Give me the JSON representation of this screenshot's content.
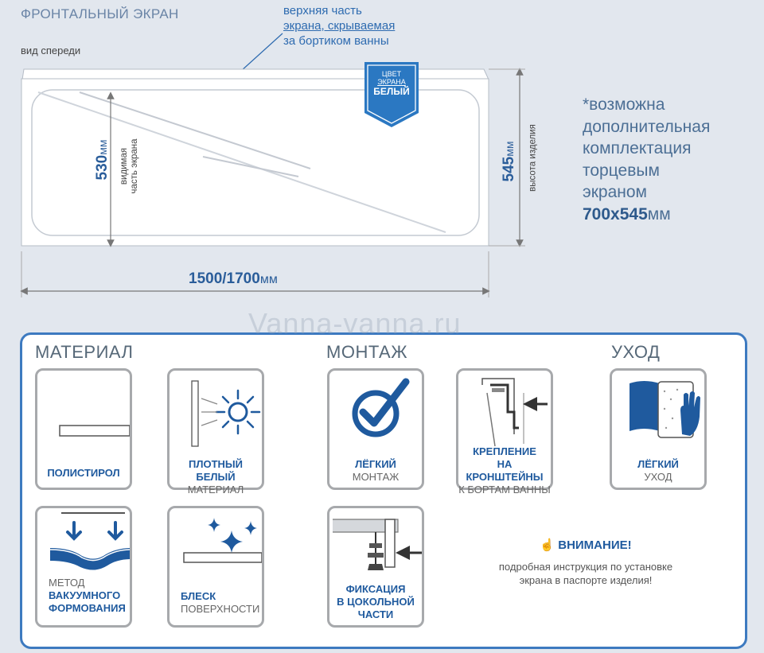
{
  "header": {
    "title": "ФРОНТАЛЬНЫЙ ЭКРАН",
    "view": "вид спереди",
    "top_note_lines": [
      "верхняя часть",
      "экрана, скрываемая",
      "за бортиком ванны"
    ]
  },
  "color_tag": {
    "line1": "ЦВЕТ",
    "line2": "ЭКРАНА",
    "line3": "БЕЛЫЙ"
  },
  "dims": {
    "visible_value": "530",
    "visible_unit": "мм",
    "visible_label_1": "видимая",
    "visible_label_2": "часть экрана",
    "height_value": "545",
    "height_unit": "мм",
    "height_label": "высота изделия",
    "width_value": "1500/1700",
    "width_unit": "мм"
  },
  "side_note": {
    "lines": [
      "*возможна",
      "дополнительная",
      "комплектация",
      "торцевым",
      "экраном"
    ],
    "size_bold": "700х545",
    "size_unit": "мм"
  },
  "watermark": "Vanna-vanna.ru",
  "sections": {
    "material": "МАТЕРИАЛ",
    "mount": "МОНТАЖ",
    "care": "УХОД"
  },
  "cards": {
    "polystyrene": {
      "bold": "ПОЛИСТИРОЛ"
    },
    "white": {
      "bold": "ПЛОТНЫЙ БЕЛЫЙ",
      "normal": "МАТЕРИАЛ"
    },
    "easy_mount": {
      "bold": "ЛЁГКИЙ",
      "normal": "МОНТАЖ"
    },
    "brackets": {
      "bold1": "КРЕПЛЕНИЕ",
      "bold2": "НА КРОНШТЕЙНЫ",
      "normal": "К БОРТАМ ВАННЫ"
    },
    "easy_care": {
      "bold": "ЛЁГКИЙ",
      "normal": "УХОД"
    },
    "vacuum": {
      "normal": "МЕТОД",
      "bold1": "ВАКУУМНОГО",
      "bold2": "ФОРМОВАНИЯ"
    },
    "gloss": {
      "bold": "БЛЕСК",
      "normal": "ПОВЕРХНОСТИ"
    },
    "fixation": {
      "bold1": "ФИКСАЦИЯ",
      "bold2": "В ЦОКОЛЬНОЙ",
      "bold3": "ЧАСТИ"
    }
  },
  "attention": {
    "title": "ВНИМАНИЕ!",
    "line1": "подробная инструкция по установке",
    "line2": "экрана в паспорте изделия!"
  },
  "colors": {
    "accent": "#1f5a9e",
    "border": "#3d7ac0",
    "background": "#e2e7ee",
    "card_border": "#a7a9ac"
  }
}
